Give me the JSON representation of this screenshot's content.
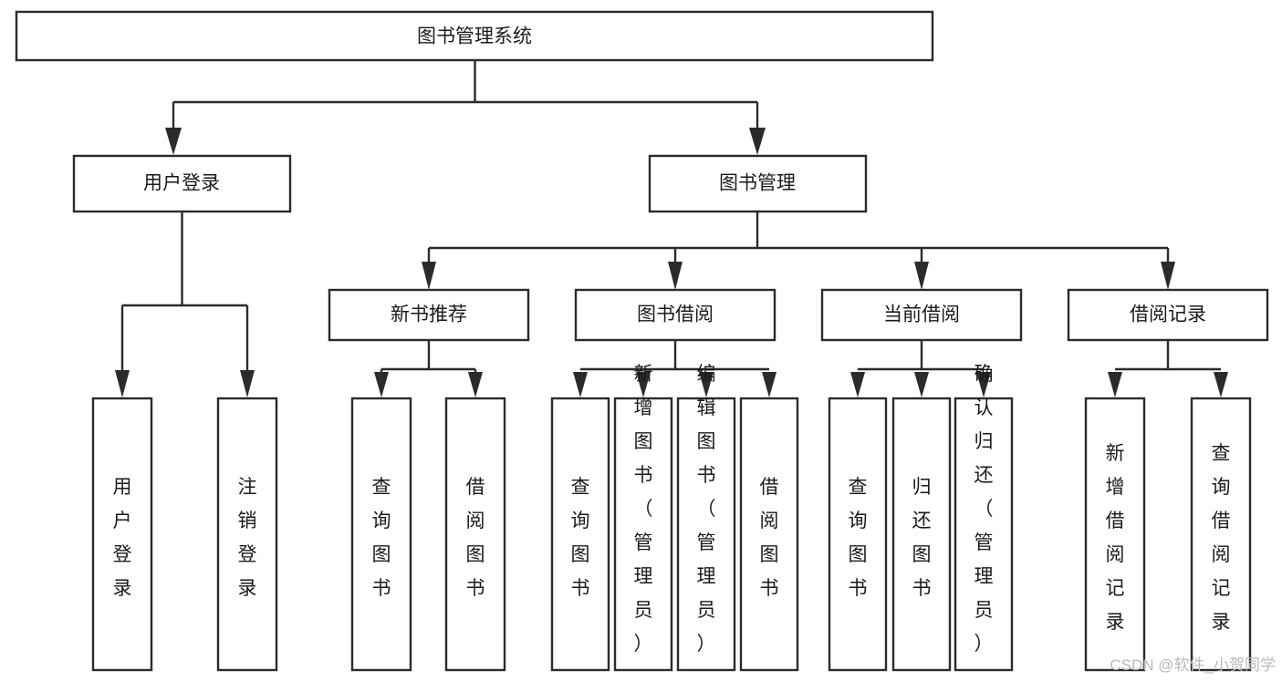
{
  "diagram": {
    "title": "图书管理系统",
    "type": "hierarchy-tree",
    "root": {
      "id": "root",
      "label": "图书管理系统",
      "orientation": "horizontal"
    },
    "level2": [
      {
        "id": "user-login",
        "label": "用户登录",
        "orientation": "horizontal"
      },
      {
        "id": "book-management",
        "label": "图书管理",
        "orientation": "horizontal"
      }
    ],
    "level3": [
      {
        "id": "new-book-recommend",
        "label": "新书推荐",
        "orientation": "horizontal",
        "parent": "book-management"
      },
      {
        "id": "book-borrow",
        "label": "图书借阅",
        "orientation": "horizontal",
        "parent": "book-management"
      },
      {
        "id": "current-borrow",
        "label": "当前借阅",
        "orientation": "horizontal",
        "parent": "book-management"
      },
      {
        "id": "borrow-record",
        "label": "借阅记录",
        "orientation": "horizontal",
        "parent": "book-management"
      }
    ],
    "leaves": {
      "user_login": [
        {
          "id": "leaf-user-login",
          "label": "用户登录",
          "orientation": "vertical"
        },
        {
          "id": "leaf-logout-login",
          "label": "注销登录",
          "orientation": "vertical"
        }
      ],
      "new_book_recommend": [
        {
          "id": "leaf-query-book-1",
          "label": "查询图书",
          "orientation": "vertical"
        },
        {
          "id": "leaf-borrow-book-1",
          "label": "借阅图书",
          "orientation": "vertical"
        }
      ],
      "book_borrow": [
        {
          "id": "leaf-query-book-2",
          "label": "查询图书",
          "orientation": "vertical"
        },
        {
          "id": "leaf-add-book",
          "label": "新增图书（管理员）",
          "orientation": "vertical"
        },
        {
          "id": "leaf-edit-book",
          "label": "编辑图书（管理员）",
          "orientation": "vertical"
        },
        {
          "id": "leaf-borrow-book-2",
          "label": "借阅图书",
          "orientation": "vertical"
        }
      ],
      "current_borrow": [
        {
          "id": "leaf-query-book-3",
          "label": "查询图书",
          "orientation": "vertical"
        },
        {
          "id": "leaf-return-book",
          "label": "归还图书",
          "orientation": "vertical"
        },
        {
          "id": "leaf-confirm-return",
          "label": "确认归还（管理员）",
          "orientation": "vertical"
        }
      ],
      "borrow_record": [
        {
          "id": "leaf-add-record",
          "label": "新增借阅记录",
          "orientation": "vertical"
        },
        {
          "id": "leaf-query-record",
          "label": "查询借阅记录",
          "orientation": "vertical"
        }
      ]
    },
    "colors": {
      "box_fill": "#ffffff",
      "box_stroke": "#2b2b2b",
      "text": "#1a1a1a",
      "connector": "#2b2b2b",
      "watermark": "#b9b9b9",
      "background": "#ffffff"
    }
  },
  "watermark": {
    "text": "CSDN @软件_小贺同学"
  }
}
